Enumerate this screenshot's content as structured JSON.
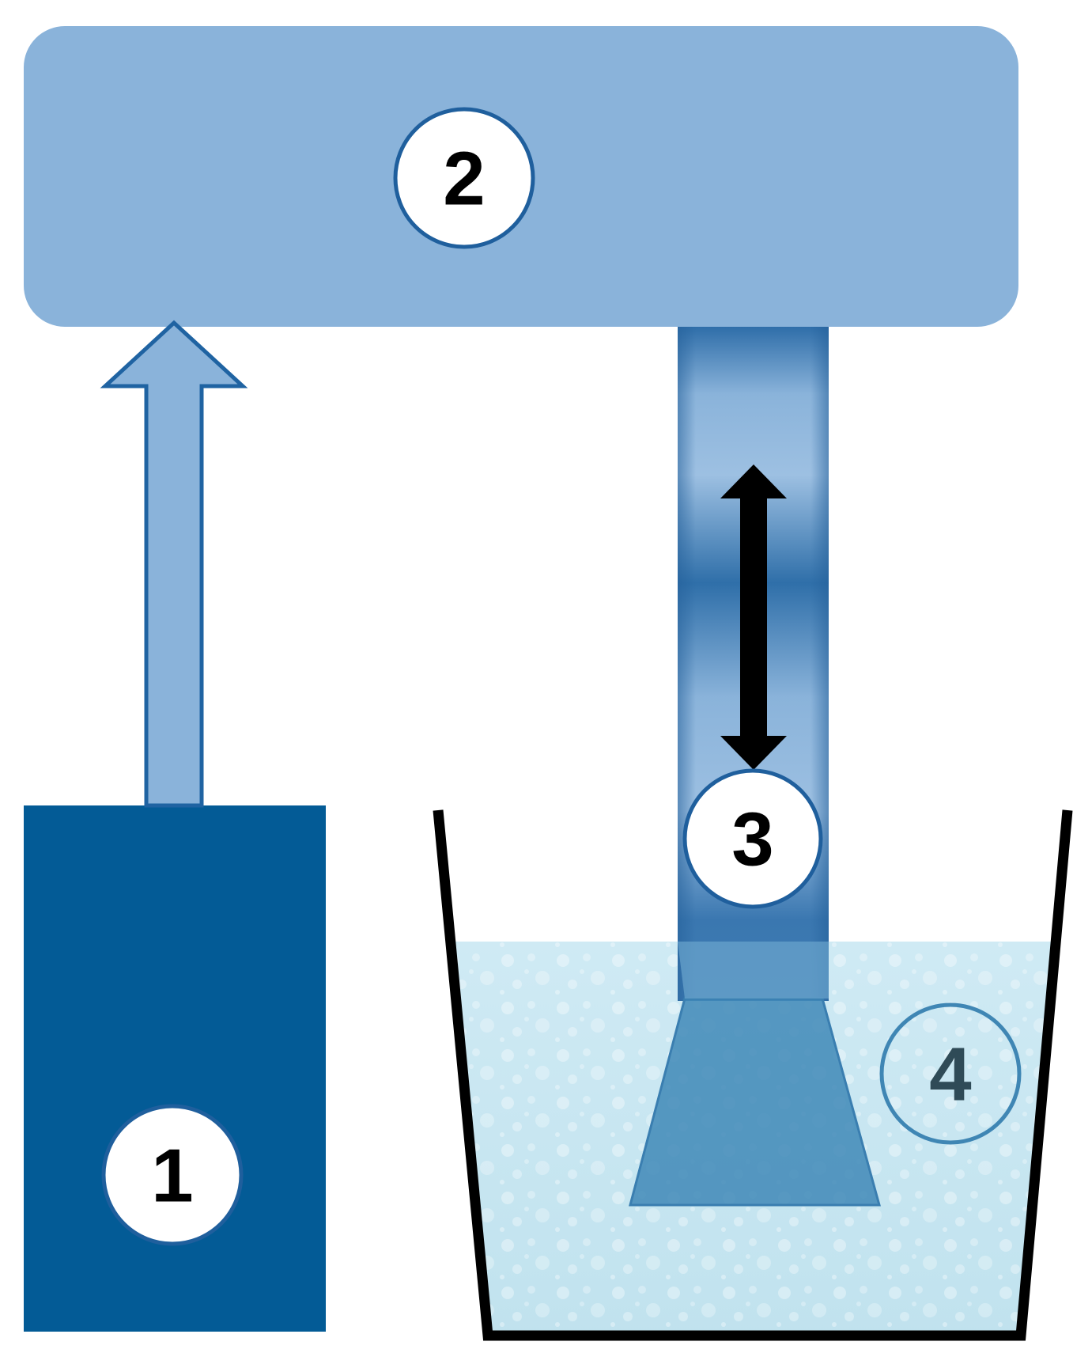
{
  "labels": {
    "one": "1",
    "two": "2",
    "three": "3",
    "four": "4"
  },
  "colors": {
    "background": "#ffffff",
    "header_block": "#8ab3da",
    "source_box": "#035b96",
    "supply_arrow_fill": "#8ab3da",
    "supply_arrow_stroke": "#1f63a2",
    "shaft_dark": "#3c79b0",
    "shaft_light": "#89b2da",
    "motion_arrow": "#000000",
    "bath_liquid": "#c7e6f1",
    "container_outline": "#000000",
    "badge_fill": "#ffffff",
    "badge_stroke": "#1f5f9d",
    "badge_text": "#000000",
    "badge4_text": "#2f4b57"
  },
  "icons": {
    "supply_arrow": "arrow-up-icon",
    "motion_arrow": "double-arrow-vertical-icon"
  }
}
